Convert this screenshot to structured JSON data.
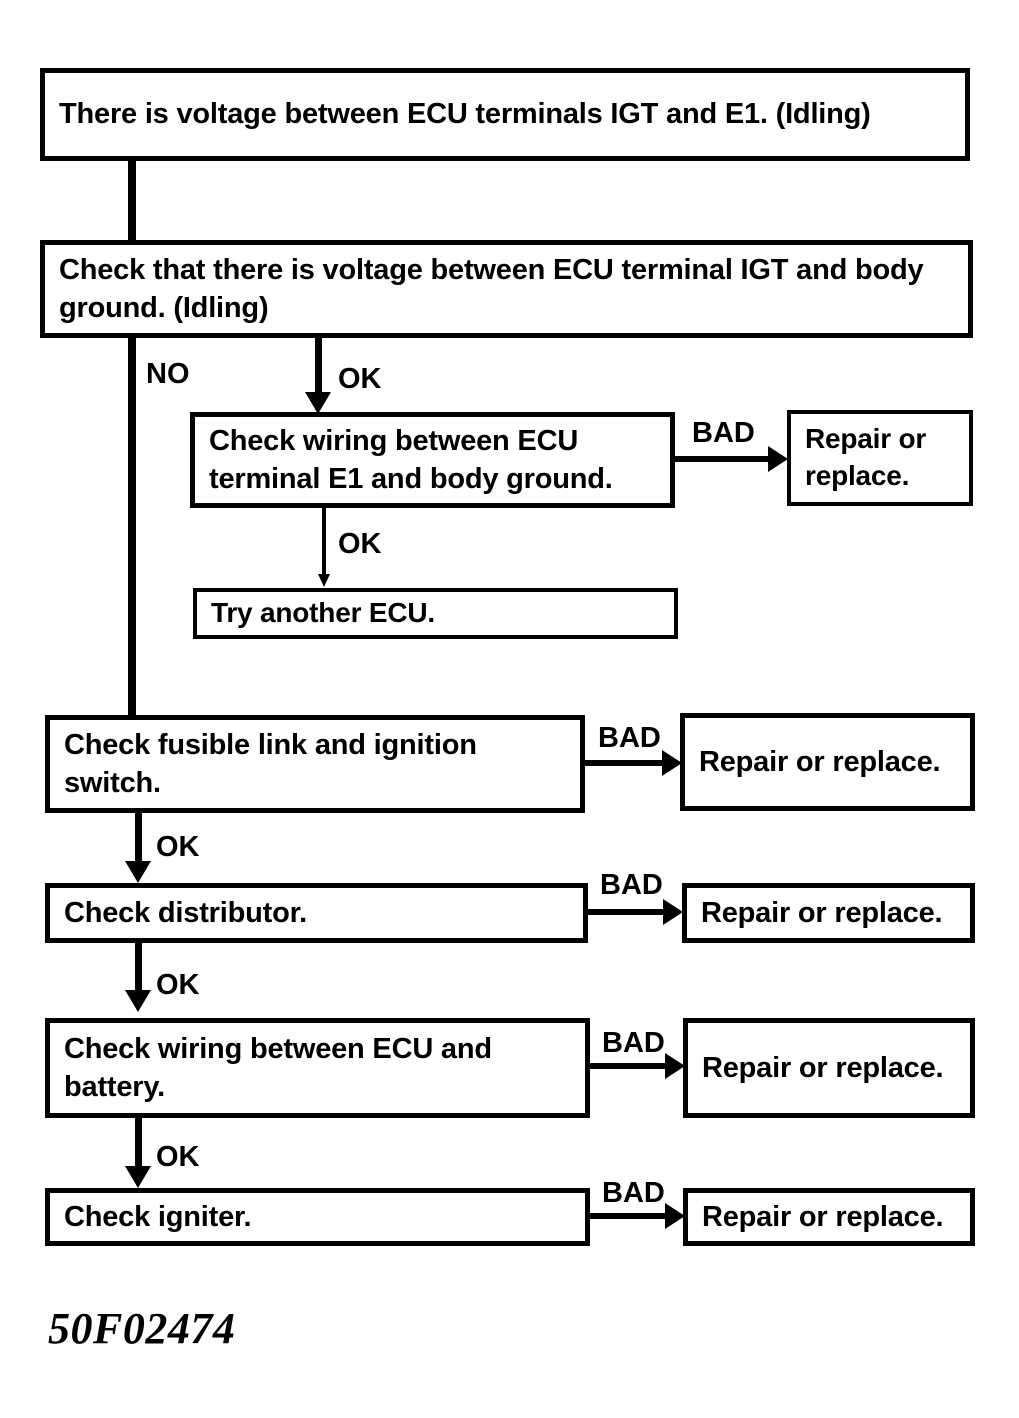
{
  "diagram": {
    "title_caption": "50F02474",
    "colors": {
      "ink": "#000000",
      "paper": "#ffffff"
    },
    "nodes": {
      "n1": {
        "text": "There is voltage between ECU terminals IGT and E1. (Idling)"
      },
      "n2": {
        "text": "Check that there is voltage between ECU terminal IGT and body ground. (Idling)"
      },
      "n3": {
        "text": "Check wiring between ECU terminal E1 and body ground."
      },
      "n4": {
        "text": "Repair or replace."
      },
      "n5": {
        "text": "Try another ECU."
      },
      "n6": {
        "text": "Check fusible link and ignition switch."
      },
      "n7": {
        "text": "Repair or replace."
      },
      "n8": {
        "text": "Check distributor."
      },
      "n9": {
        "text": "Repair or replace."
      },
      "n10": {
        "text": "Check wiring between ECU and battery."
      },
      "n11": {
        "text": "Repair or replace."
      },
      "n12": {
        "text": "Check igniter."
      },
      "n13": {
        "text": "Repair or replace."
      }
    },
    "edge_labels": {
      "e_no": "NO",
      "e_ok1": "OK",
      "e_bad1": "BAD",
      "e_ok2": "OK",
      "e_ok3": "OK",
      "e_bad2": "BAD",
      "e_ok4": "OK",
      "e_bad3": "BAD",
      "e_ok5": "OK",
      "e_bad4": "BAD",
      "e_ok6": "OK",
      "e_bad5": "BAD"
    }
  }
}
